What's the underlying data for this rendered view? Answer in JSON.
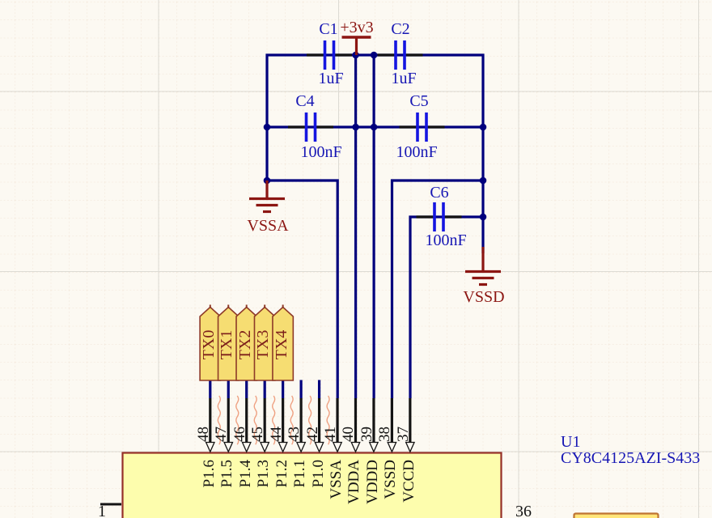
{
  "colors": {
    "background": "#FCF9F2",
    "wire": "#00007D",
    "capacitor_plate": "#1515E0",
    "designator_text": "#1616B4",
    "power_object": "#8C1612",
    "pin_graphics": "#141414",
    "port_fill": "#F6DD72",
    "port_border": "#8E3A28",
    "port_text": "#7D201B",
    "chip_fill": "#FDFDAD",
    "chip_border": "#963028",
    "error_squiggle": "#EFA182"
  },
  "power_nets": {
    "rail_label": "+3v3",
    "analog_ground_label": "VSSA",
    "digital_ground_label": "VSSD"
  },
  "capacitors": [
    {
      "ref": "C1",
      "value": "1uF"
    },
    {
      "ref": "C2",
      "value": "1uF"
    },
    {
      "ref": "C4",
      "value": "100nF"
    },
    {
      "ref": "C5",
      "value": "100nF"
    },
    {
      "ref": "C6",
      "value": "100nF"
    }
  ],
  "ports": [
    {
      "label": "TX0"
    },
    {
      "label": "TX1"
    },
    {
      "label": "TX2"
    },
    {
      "label": "TX3"
    },
    {
      "label": "TX4"
    }
  ],
  "chip": {
    "designator": "U1",
    "part_number": "CY8C4125AZI-S433",
    "left_pin_number": "1",
    "right_pin_number": "36",
    "top_pins": [
      {
        "number": "48",
        "name": "P1.6"
      },
      {
        "number": "47",
        "name": "P1.5"
      },
      {
        "number": "46",
        "name": "P1.4"
      },
      {
        "number": "45",
        "name": "P1.3"
      },
      {
        "number": "44",
        "name": "P1.2"
      },
      {
        "number": "43",
        "name": "P1.1"
      },
      {
        "number": "42",
        "name": "P1.0"
      },
      {
        "number": "41",
        "name": "VSSA"
      },
      {
        "number": "40",
        "name": "VDDA"
      },
      {
        "number": "39",
        "name": "VDDD"
      },
      {
        "number": "38",
        "name": "VSSD"
      },
      {
        "number": "37",
        "name": "VCCD"
      }
    ]
  }
}
